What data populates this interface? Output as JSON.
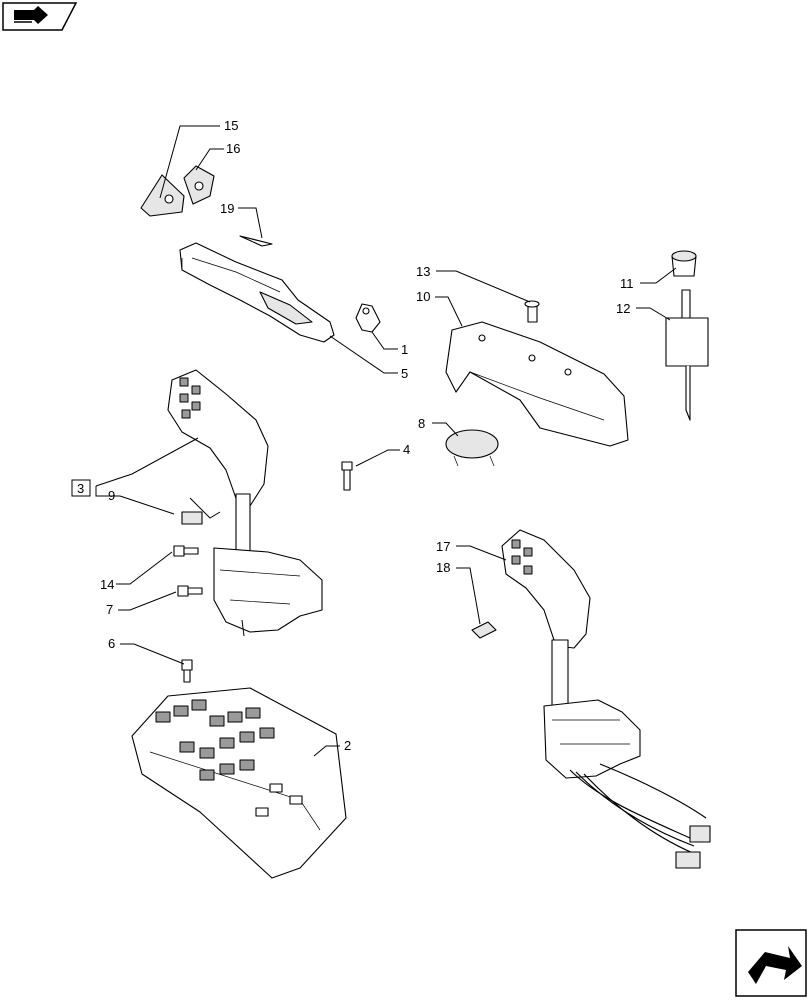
{
  "callouts": [
    {
      "id": "15",
      "text": "15"
    },
    {
      "id": "16",
      "text": "16"
    },
    {
      "id": "19",
      "text": "19"
    },
    {
      "id": "13",
      "text": "13"
    },
    {
      "id": "11",
      "text": "11"
    },
    {
      "id": "10",
      "text": "10"
    },
    {
      "id": "12",
      "text": "12"
    },
    {
      "id": "1",
      "text": "1"
    },
    {
      "id": "5",
      "text": "5"
    },
    {
      "id": "8",
      "text": "8"
    },
    {
      "id": "4",
      "text": "4"
    },
    {
      "id": "3",
      "text": "3"
    },
    {
      "id": "9",
      "text": "9"
    },
    {
      "id": "17",
      "text": "17"
    },
    {
      "id": "18",
      "text": "18"
    },
    {
      "id": "14",
      "text": "14"
    },
    {
      "id": "7",
      "text": "7"
    },
    {
      "id": "6",
      "text": "6"
    },
    {
      "id": "2",
      "text": "2"
    }
  ],
  "icons": {
    "top_left": "book-arrow-icon",
    "bottom_right": "next-page-arrow-icon"
  }
}
